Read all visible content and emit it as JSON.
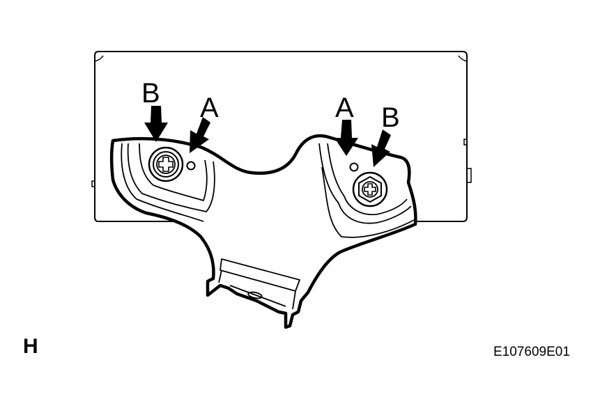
{
  "diagram": {
    "callouts": {
      "left_b": "B",
      "left_a": "A",
      "right_a": "A",
      "right_b": "B"
    },
    "view_letter": "H",
    "figure_code": "E107609E01"
  },
  "colors": {
    "line": "#000000",
    "background": "#ffffff"
  }
}
